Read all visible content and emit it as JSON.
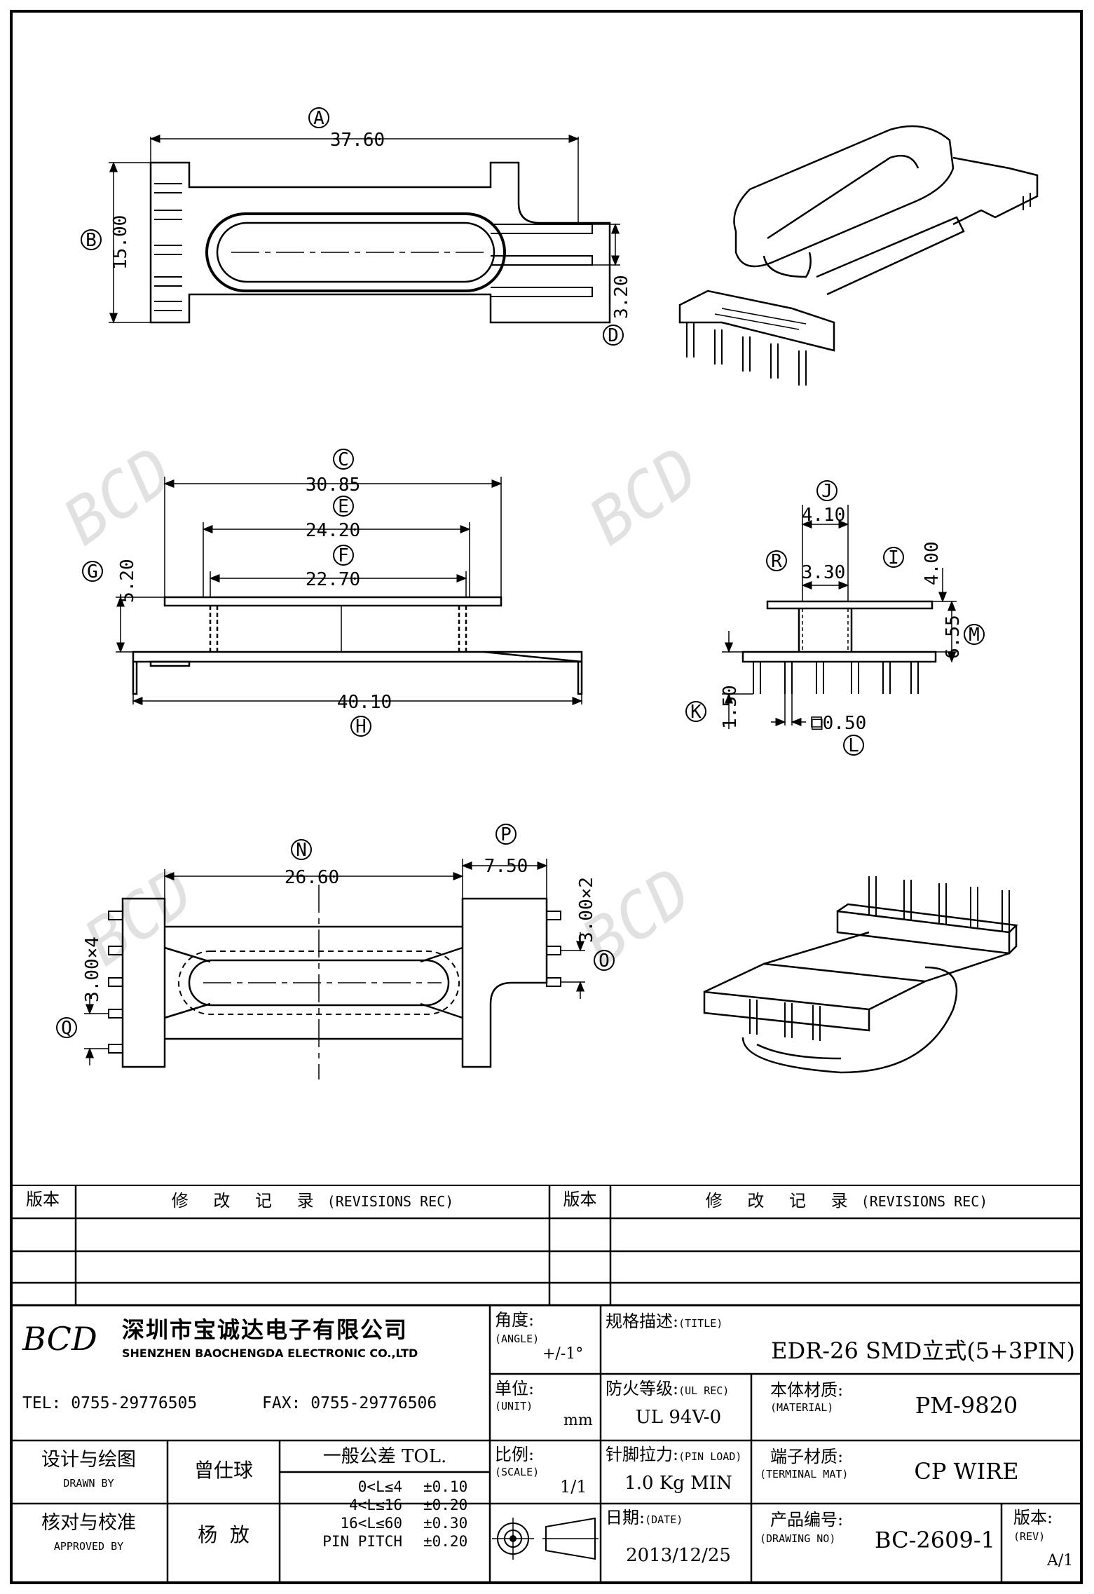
{
  "views": {
    "top": {
      "dims": {
        "A": {
          "tag": "A",
          "value": "37.60"
        },
        "B": {
          "tag": "B",
          "value": "15.00"
        },
        "D": {
          "tag": "D",
          "value": "3.20"
        }
      }
    },
    "side": {
      "dims": {
        "C": {
          "tag": "C",
          "value": "30.85"
        },
        "E": {
          "tag": "E",
          "value": "24.20"
        },
        "F": {
          "tag": "F",
          "value": "22.70"
        },
        "G": {
          "tag": "G",
          "value": "5.20"
        },
        "H": {
          "tag": "H",
          "value": "40.10"
        }
      }
    },
    "end": {
      "dims": {
        "J": {
          "tag": "J",
          "value": "4.10"
        },
        "R": {
          "tag": "R",
          "value": "3.30"
        },
        "I": {
          "tag": "I",
          "value": "4.00"
        },
        "M": {
          "tag": "M",
          "value": "6.55"
        },
        "K": {
          "tag": "K",
          "value": "1.50"
        },
        "L": {
          "tag": "L",
          "value": "□0.50"
        }
      }
    },
    "bottom": {
      "dims": {
        "N": {
          "tag": "N",
          "value": "26.60"
        },
        "P": {
          "tag": "P",
          "value": "7.50"
        },
        "O": {
          "tag": "O",
          "value": "3.00×2"
        },
        "Q": {
          "tag": "Q",
          "value": "3.00×4"
        }
      }
    }
  },
  "watermark": "BCD",
  "title_block": {
    "revisions": {
      "version_label": "版本",
      "record_label": "修 改 记 录",
      "record_label_en": "(REVISIONS REC)"
    },
    "company": {
      "logo": "BCD",
      "name_cn": "深圳市宝诚达电子有限公司",
      "name_en": "SHENZHEN BAOCHENGDA ELECTRONIC CO.,LTD",
      "tel": "TEL: 0755-29776505",
      "fax": "FAX: 0755-29776506"
    },
    "angle": {
      "label": "角度:",
      "label_en": "(ANGLE)",
      "value": "+/-1°"
    },
    "unit": {
      "label": "单位:",
      "label_en": "(UNIT)",
      "value": "mm"
    },
    "scale": {
      "label": "比例:",
      "label_en": "(SCALE)",
      "value": "1/1"
    },
    "title": {
      "label": "规格描述:",
      "label_en": "(TITLE)",
      "value": "EDR-26 SMD立式(5+3PIN)"
    },
    "ul": {
      "label": "防火等级:",
      "label_en": "(UL REC)",
      "value": "UL 94V-0"
    },
    "material": {
      "label": "本体材质:",
      "label_en": "(MATERIAL)",
      "value": "PM-9820"
    },
    "pin_load": {
      "label": "针脚拉力:",
      "label_en": "(PIN LOAD)",
      "value": "1.0 Kg MIN"
    },
    "terminal": {
      "label": "端子材质:",
      "label_en": "(TERMINAL MAT)",
      "value": "CP WIRE"
    },
    "date": {
      "label": "日期:",
      "label_en": "(DATE)",
      "value": "2013/12/25"
    },
    "drawing_no": {
      "label": "产品编号:",
      "label_en": "(DRAWING NO)",
      "value": "BC-2609-1"
    },
    "rev": {
      "label": "版本:",
      "label_en": "(REV)",
      "value": "A/1"
    },
    "drawn": {
      "label": "设计与绘图",
      "label_en": "DRAWN BY",
      "value": "曾仕球"
    },
    "approved": {
      "label": "核对与校准",
      "label_en": "APPROVED BY",
      "value": "杨  放"
    },
    "tolerance": {
      "title": "一般公差 TOL.",
      "rows": [
        {
          "range": "0<L≤4",
          "tol": "±0.10"
        },
        {
          "range": "4<L≤16",
          "tol": "±0.20"
        },
        {
          "range": "16<L≤60",
          "tol": "±0.30"
        },
        {
          "range": "PIN PITCH",
          "tol": "±0.20"
        }
      ]
    }
  }
}
